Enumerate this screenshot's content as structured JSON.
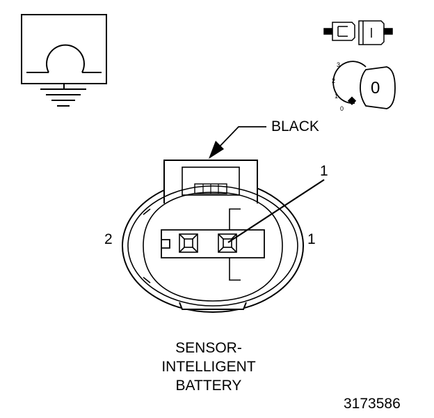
{
  "connector_color_label": "BLACK",
  "pin_callout_label": "1",
  "cavity_labels": {
    "left": "2",
    "right": "1"
  },
  "title_lines": [
    "SENSOR-",
    "INTELLIGENT",
    "BATTERY"
  ],
  "figure_number": "3173586",
  "ignition_key": {
    "positions": [
      "3",
      "2",
      "1",
      "0"
    ],
    "key_label": "0"
  },
  "icons": [
    "ohmmeter-ground-icon",
    "disconnected-connector-icon",
    "ignition-key-off-icon"
  ]
}
